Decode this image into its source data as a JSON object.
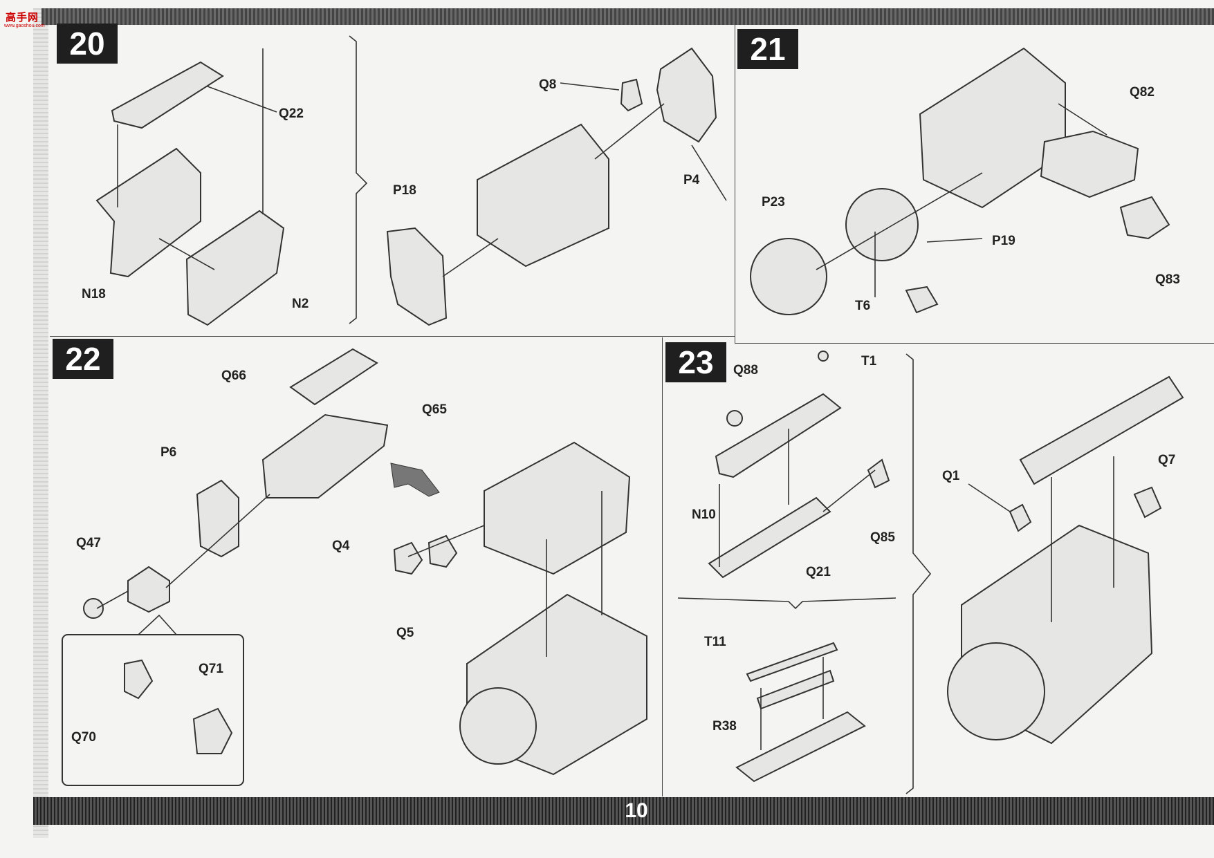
{
  "watermark": {
    "text": "高手网",
    "url": "www.gaoshou.com"
  },
  "page_number": "10",
  "steps": [
    {
      "number": "20",
      "labels": [
        "Q22",
        "N18",
        "N2",
        "Q8",
        "P18",
        "P4"
      ]
    },
    {
      "number": "21",
      "labels": [
        "Q82",
        "P23",
        "P19",
        "T6",
        "Q83"
      ]
    },
    {
      "number": "22",
      "labels": [
        "Q66",
        "Q65",
        "P6",
        "Q47",
        "Q4",
        "Q5",
        "Q71",
        "Q70"
      ]
    },
    {
      "number": "23",
      "labels": [
        "Q88",
        "T1",
        "N10",
        "Q85",
        "Q21",
        "T11",
        "R38",
        "Q1",
        "Q7"
      ]
    }
  ]
}
